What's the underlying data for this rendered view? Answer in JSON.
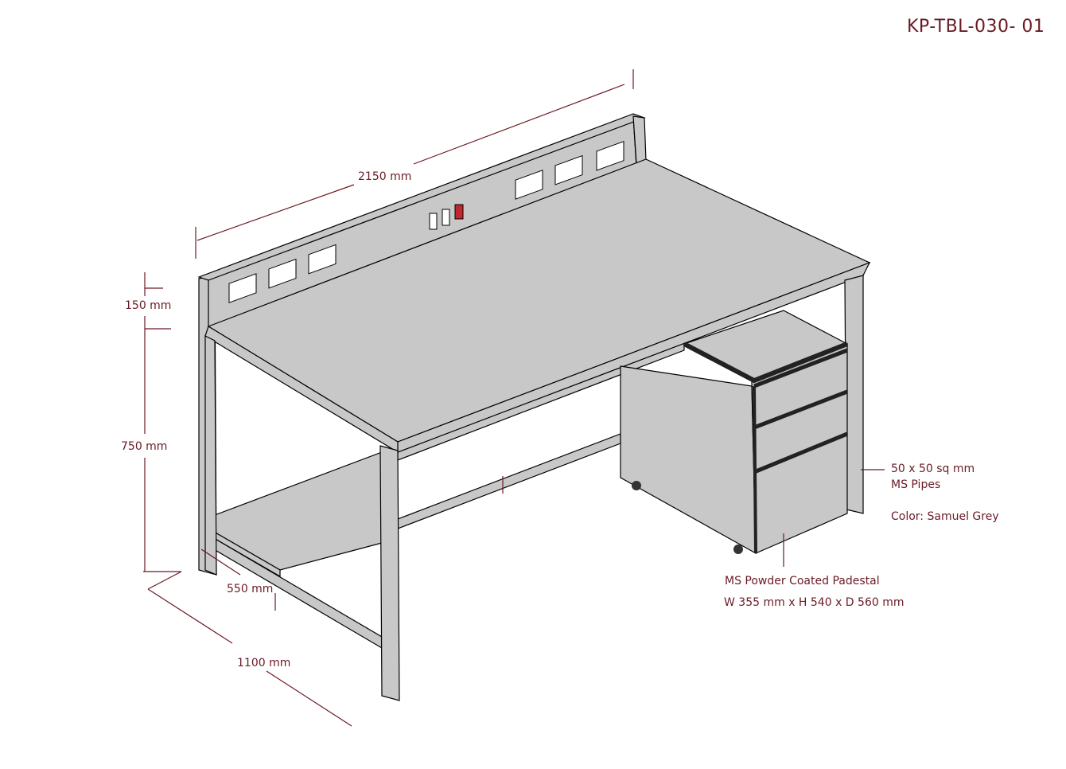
{
  "drawing_code": "KP-TBL-030- 01",
  "dimensions": {
    "length": "2150 mm",
    "panel_height": "150 mm",
    "table_height": "750 mm",
    "shelf_depth": "550 mm",
    "table_depth": "1100 mm"
  },
  "notes": {
    "pipes_size": "50 x 50 sq mm",
    "pipes_material": "MS Pipes",
    "color": "Color: Samuel Grey",
    "pedestal_title": "MS Powder Coated Padestal",
    "pedestal_size": "W 355 mm x H 540 x D 560 mm"
  },
  "colors": {
    "text": "#6b1a24",
    "body": "#c8c8c8",
    "switch_red": "#c0282d"
  }
}
